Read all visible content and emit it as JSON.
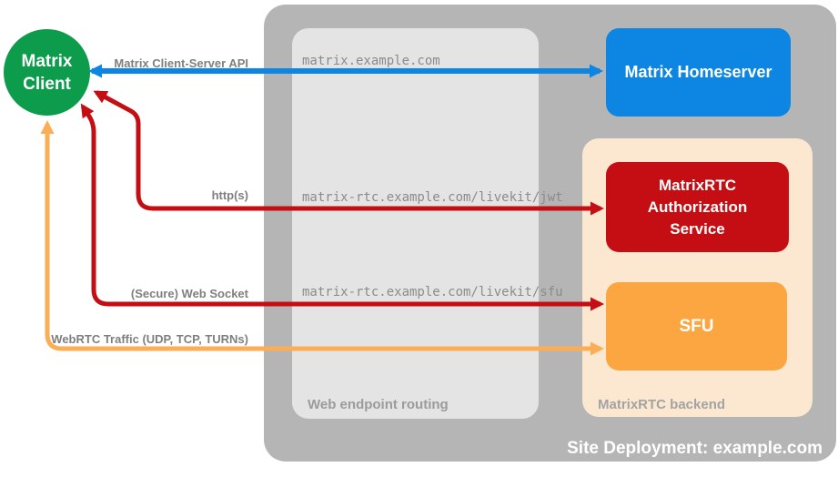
{
  "client": {
    "line1": "Matrix",
    "line2": "Client"
  },
  "nodes": {
    "homeserver": {
      "label": "Matrix Homeserver"
    },
    "auth_service": {
      "label": "MatrixRTC Authorization Service"
    },
    "sfu": {
      "label": "SFU"
    }
  },
  "containers": {
    "site": {
      "label": "Site Deployment: example.com"
    },
    "routing": {
      "label": "Web endpoint routing"
    },
    "backend": {
      "label": "MatrixRTC backend"
    }
  },
  "endpoints": [
    "matrix.example.com",
    "matrix-rtc.example.com/livekit/jwt",
    "matrix-rtc.example.com/livekit/sfu"
  ],
  "connections": [
    {
      "label": "Matrix Client-Server API",
      "color": "#0d86e3",
      "bidirectional": true
    },
    {
      "label": "http(s)",
      "color": "#c50e13",
      "bidirectional": true
    },
    {
      "label": "(Secure) Web Socket",
      "color": "#c50e13",
      "bidirectional": true
    },
    {
      "label": "WebRTC Traffic (UDP, TCP, TURNs)",
      "color": "#fbae55",
      "bidirectional": true
    }
  ],
  "colors": {
    "green": "#0d9c4c",
    "blue": "#0d86e3",
    "red": "#c50e13",
    "orange": "#fba640",
    "orange-line": "#fbae55",
    "peach": "#fce8d1",
    "outer-gray": "#b5b5b5",
    "inner-gray": "#e4e4e4",
    "label-gray": "#7f7f7f",
    "mono-gray": "#8b8b8b",
    "muted-gray": "#9b9b9b",
    "backend-gray": "#a3a3a3",
    "white": "#ffffff"
  }
}
